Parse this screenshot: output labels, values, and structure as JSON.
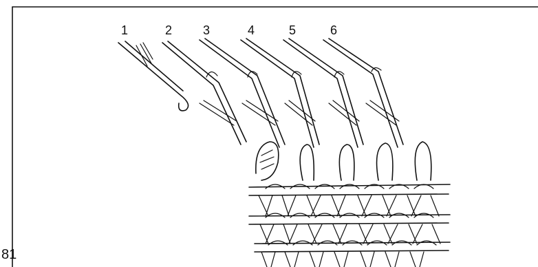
{
  "figure": {
    "number": "81",
    "steps": [
      "1",
      "2",
      "3",
      "4",
      "5",
      "6"
    ]
  }
}
